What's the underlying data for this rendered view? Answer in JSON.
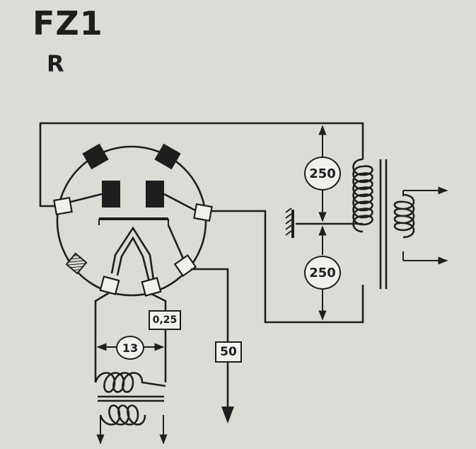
{
  "tube": {
    "type": "FZ1",
    "suffix": "R"
  },
  "labels": {
    "anode_voltage_upper": "250",
    "anode_voltage_lower": "250",
    "filament_voltage": "13",
    "filament_current": "0,25",
    "cathode_value": "50"
  },
  "colors": {
    "ink": "#1e1e1e",
    "paper": "#dcdcd6"
  }
}
